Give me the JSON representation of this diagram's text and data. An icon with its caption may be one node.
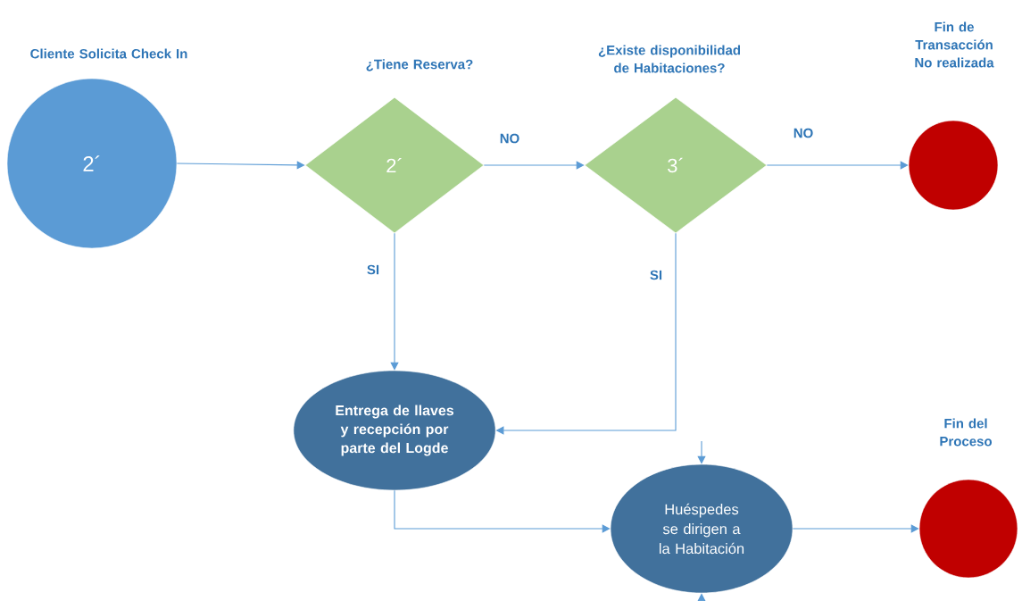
{
  "diagram": {
    "nodes": [
      {
        "text": [
          "Cliente Solicita Check In",
          "2´"
        ]
      },
      {
        "text": [
          "¿Tiene Reserva?",
          "2´"
        ]
      },
      {
        "text": [
          "¿Existe disponibilidad de Habitaciones?",
          "3´"
        ]
      },
      {
        "text": [
          "Fin de Transacción No realizada"
        ]
      },
      {
        "text": [
          "Entrega de llaves y recepción por parte del Logde"
        ]
      },
      {
        "text": [
          "Huéspedes se dirigen a la Habitación"
        ]
      },
      {
        "text": [
          "Fin del Proceso"
        ]
      }
    ],
    "edges": [
      {
        "from": 0,
        "to": 1,
        "arrow": "to"
      },
      {
        "from": 1,
        "to": 2,
        "arrow": "to",
        "label": "NO"
      },
      {
        "from": 2,
        "to": 3,
        "arrow": "to",
        "label": "NO"
      },
      {
        "from": 1,
        "to": 4,
        "arrow": "to",
        "label": "SI"
      },
      {
        "from": 2,
        "to": 4,
        "arrow": "to",
        "label": "SI"
      },
      {
        "from": 4,
        "to": 5,
        "arrow": "to"
      },
      {
        "from": 5,
        "to": 6,
        "arrow": "to"
      },
      {
        "from": null,
        "to": 5,
        "arrow": "to"
      },
      {
        "from": null,
        "to": 5,
        "arrow": "to"
      }
    ]
  }
}
